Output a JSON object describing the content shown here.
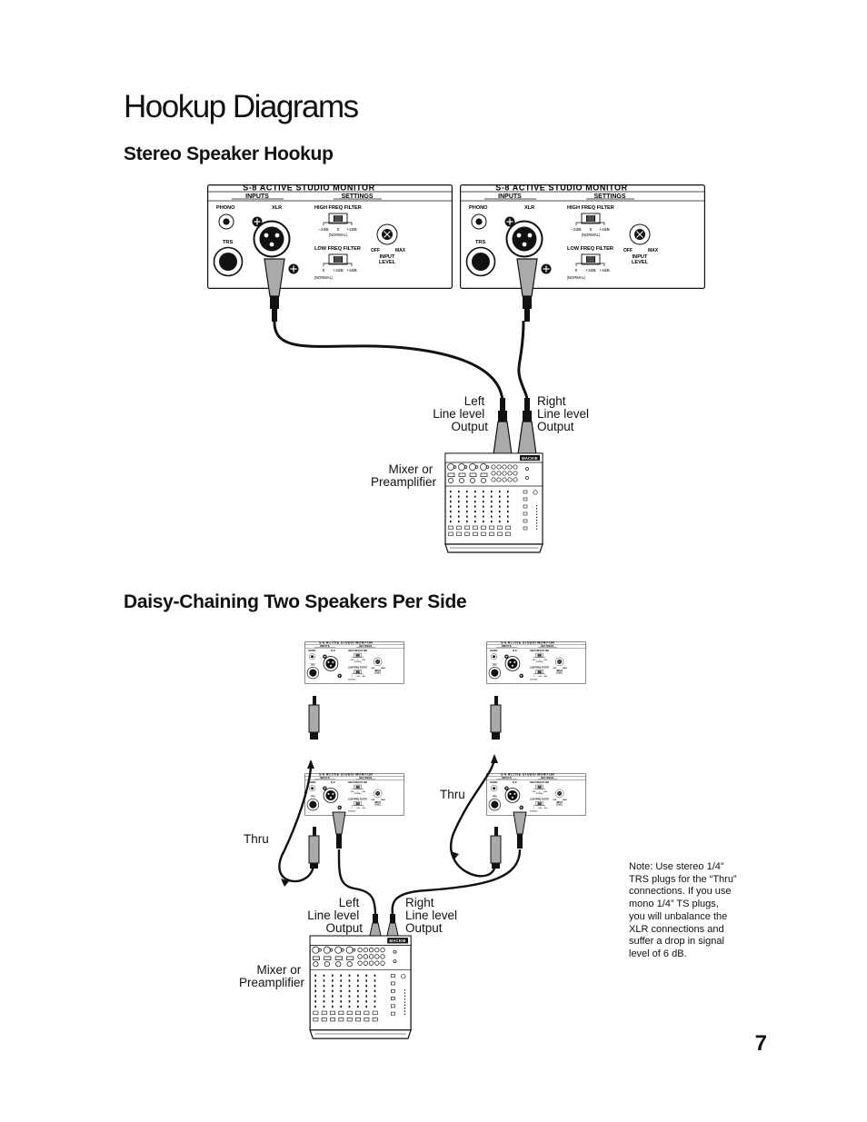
{
  "page_title": "Hookup Diagrams",
  "sections": [
    {
      "title": "Stereo Speaker Hookup"
    },
    {
      "title": "Daisy-Chaining Two Speakers Per Side"
    }
  ],
  "monitor_panel": {
    "name": "S-8 ACTIVE STUDIO MONITOR",
    "inputs": "INPUTS",
    "settings": "SETTINGS",
    "phono": "PHONO",
    "xlr": "XLR",
    "trs": "TRS",
    "high_freq_filter": "HIGH FREQ FILTER",
    "low_freq_filter": "LOW FREQ FILTER",
    "hf_minus": "–2dB",
    "hf_zero": "0",
    "hf_plus": "+2dB",
    "lf_zero": "0",
    "lf_plus2": "+2dB",
    "lf_plus4": "+4dB",
    "normal": "(NORMAL)",
    "off": "OFF",
    "max": "MAX",
    "input": "INPUT",
    "level": "LEVEL"
  },
  "mixer_brand": "MACKIE",
  "labels": {
    "left_output": [
      "Left",
      "Line level",
      "Output"
    ],
    "right_output": [
      "Right",
      "Line level",
      "Output"
    ],
    "mixer": [
      "Mixer or",
      "Preamplifier"
    ],
    "thru": "Thru"
  },
  "note_lines": [
    "Note: Use stereo 1/4”",
    "TRS plugs for the “Thru”",
    "connections. If you use",
    "mono 1/4” TS plugs,",
    "you will unbalance the",
    "XLR connections and",
    "suffer a drop in signal",
    "level of 6 dB."
  ],
  "page_number": "7"
}
